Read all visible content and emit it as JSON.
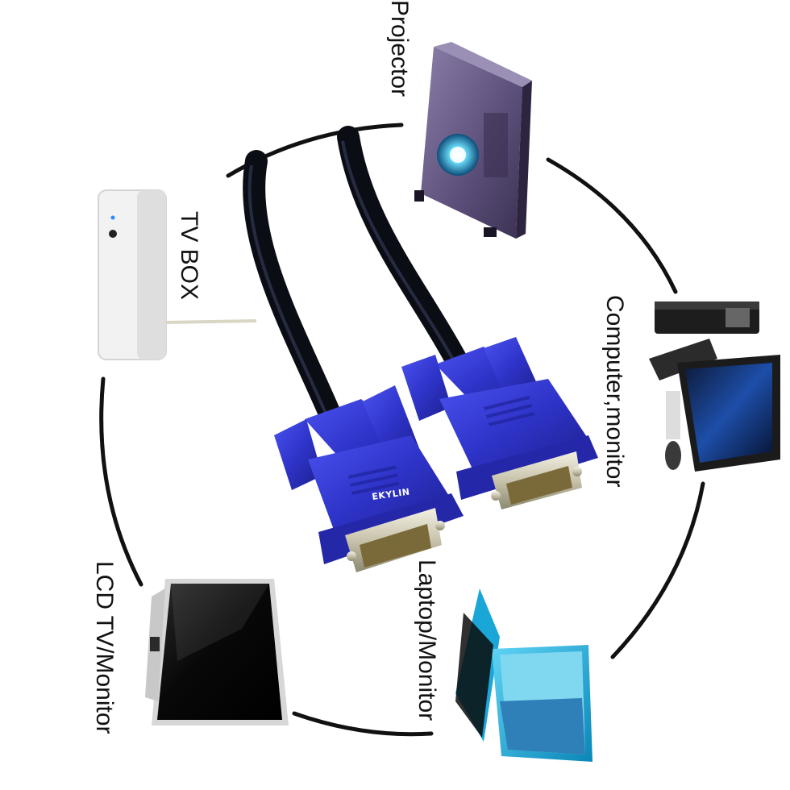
{
  "labels": {
    "projector": "Projector",
    "tv_box": "TV BOX",
    "computer_monitor": "Computer,monitor",
    "laptop_monitor": "Laptop/Monitor",
    "lcd_tv_monitor": "LCD TV/Monitor"
  },
  "cable": {
    "brand": "EKYLIN",
    "connector_color": "#2E33C8",
    "cable_color": "#0B0D14"
  },
  "devices": {
    "projector": "projector-icon",
    "tv_box": "tv-box-icon",
    "computer": "desktop-computer-icon",
    "laptop": "laptop-icon",
    "lcd": "lcd-tv-icon"
  }
}
